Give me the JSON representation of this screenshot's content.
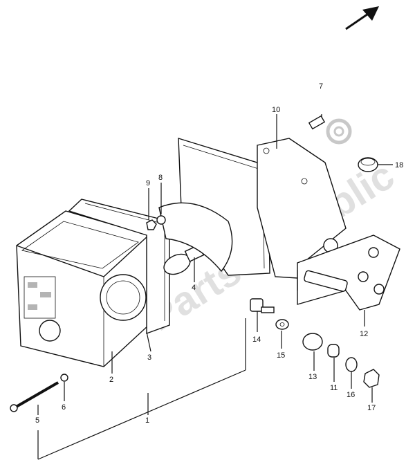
{
  "diagram": {
    "callouts": [
      "1",
      "2",
      "3",
      "4",
      "5",
      "6",
      "7",
      "8",
      "9",
      "10",
      "11",
      "12",
      "13",
      "14",
      "15",
      "16",
      "17",
      "18"
    ]
  },
  "icons": {
    "direction_arrow": "arrow-up-right-icon",
    "watermark_gear": "gear-icon"
  }
}
